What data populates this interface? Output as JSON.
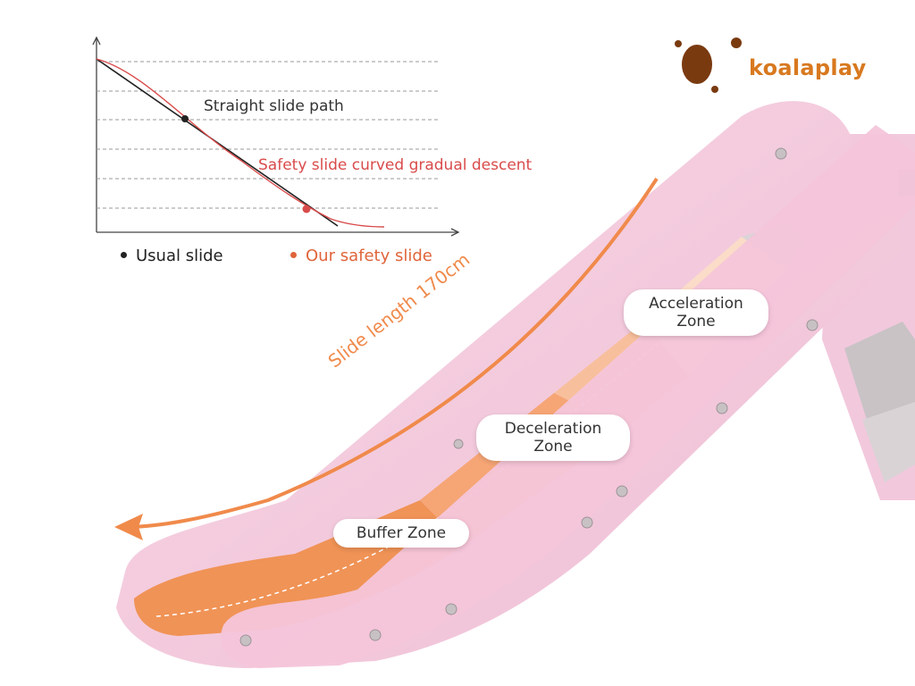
{
  "brand": {
    "name": "koalaplay",
    "color": "#d8791f"
  },
  "diagram": {
    "straight_label": "Straight slide path",
    "curved_label": "Safety slide curved gradual descent",
    "legend_usual": "Usual slide",
    "legend_ours": "Our safety slide",
    "usual_color": "#222222",
    "ours_color": "#d94b4b"
  },
  "slide": {
    "length_label": "Slide length 170cm",
    "zones": {
      "acceleration_line1": "Acceleration",
      "acceleration_line2": "Zone",
      "deceleration_line1": "Deceleration",
      "deceleration_line2": "Zone",
      "buffer": "Buffer Zone"
    },
    "colors": {
      "body": "#f5cde0",
      "accent": "#f08a4b"
    }
  }
}
